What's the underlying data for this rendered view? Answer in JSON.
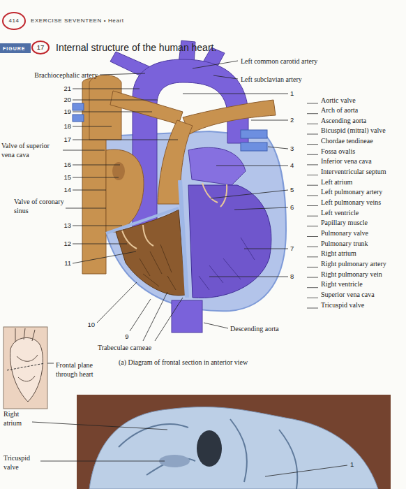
{
  "diagram": {
    "title": "Internal structure of the human heart.",
    "caption": "(a) Diagram of frontal section in anterior view",
    "labels": [
      "414",
      "EXERCISE SEVENTEEN • Heart",
      "FIGURE",
      "17",
      "Left common carotid artery",
      "Brachiocephalic artery",
      "Left subclavian artery",
      "21",
      "20",
      "19",
      "18",
      "17",
      "Valve of superior vena cava",
      "16",
      "15",
      "14",
      "Valve of coronary sinus",
      "13",
      "12",
      "11",
      "10",
      "9",
      "1",
      "2",
      "3",
      "4",
      "5",
      "6",
      "7",
      "8",
      "Aortic valve",
      "Arch of aorta",
      "Ascending aorta",
      "Bicuspid (mitral) valve",
      "Chordae tendineae",
      "Fossa ovalis",
      "Inferior vena cava",
      "Interventricular septum",
      "Left atrium",
      "Left pulmonary artery",
      "Left pulmonary veins",
      "Left ventricle",
      "Papillary muscle",
      "Pulmonary valve",
      "Pulmonary trunk",
      "Right atrium",
      "Right pulmonary artery",
      "Right pulmonary vein",
      "Right ventricle",
      "Superior vena cava",
      "Tricuspid valve",
      "Descending aorta",
      "Trabeculae carneae",
      "Frontal plane through heart",
      "Right atrium",
      "Tricuspid valve",
      "1"
    ]
  }
}
